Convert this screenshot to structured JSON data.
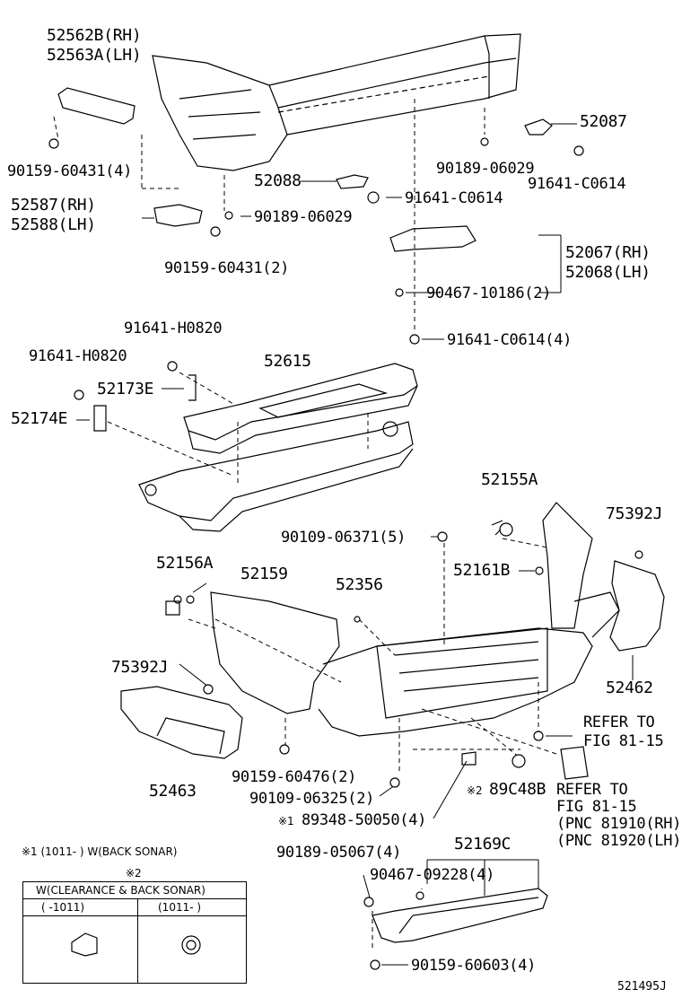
{
  "labels": {
    "p52562B": "52562B(RH)",
    "p52563A": "52563A(LH)",
    "p90159_60431_4": "90159-60431(4)",
    "p52587": "52587(RH)",
    "p52588": "52588(LH)",
    "p90159_60431_2": "90159-60431(2)",
    "p90189_06029_a": "90189-06029",
    "p52088": "52088",
    "p91641_C0614_a": "91641-C0614",
    "p90189_06029_b": "90189-06029",
    "p52087": "52087",
    "p91641_C0614_b": "91641-C0614",
    "p52067": "52067(RH)",
    "p52068": "52068(LH)",
    "p90467_10186": "90467-10186(2)",
    "p91641_C0614_4": "91641-C0614(4)",
    "p91641_H0820_a": "91641-H0820",
    "p91641_H0820_b": "91641-H0820",
    "p52615": "52615",
    "p52173E": "52173E",
    "p52174E": "52174E",
    "p52155A": "52155A",
    "p75392J_a": "75392J",
    "p90109_06371": "90109-06371(5)",
    "p52156A": "52156A",
    "p52159": "52159",
    "p52356": "52356",
    "p52161B": "52161B",
    "p52462": "52462",
    "p75392J_b": "75392J",
    "p_refer1a": "REFER TO",
    "p_refer1b": "FIG 81-15",
    "p52463": "52463",
    "p90159_60476": "90159-60476(2)",
    "p90109_06325": "90109-06325(2)",
    "p89C48B": "89C48B",
    "p89348": "89348-50050(4)",
    "p_refer2a": "REFER TO",
    "p_refer2b": "FIG 81-15",
    "p_refer2c": "(PNC 81910(RH)",
    "p_refer2d": "(PNC 81920(LH)",
    "p90189_05067": "90189-05067(4)",
    "p52169C": "52169C",
    "p90467_09228": "90467-09228(4)",
    "p90159_60603": "90159-60603(4)",
    "diagram_id": "521495J"
  },
  "marks": {
    "mark1": "※1",
    "mark2": "※2"
  },
  "legend": {
    "note1": "※1 (1011-      ) W(BACK SONAR)",
    "note2": "※2",
    "header": "W(CLEARANCE & BACK SONAR)",
    "col1": "(      -1011)",
    "col2": "(1011-      )"
  }
}
